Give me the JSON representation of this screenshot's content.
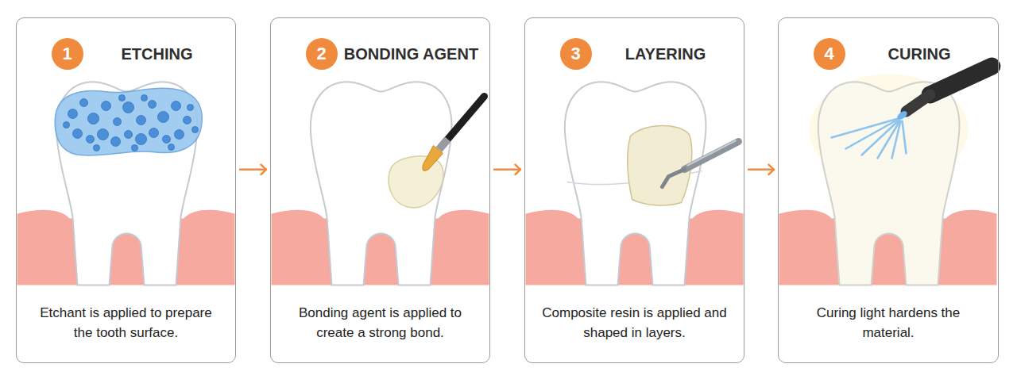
{
  "diagram": {
    "nodes": [
      {
        "text": [
          "ETCHING",
          "Etchant is applied to prepare the tooth surface."
        ]
      },
      {
        "text": [
          "1"
        ],
        "in": 0
      },
      {
        "text": [
          "BONDING AGENT",
          "Bonding agent is applied to create a strong bond."
        ]
      },
      {
        "text": [
          "2"
        ],
        "in": 2
      },
      {
        "text": [
          "LAYERING",
          "Composite resin is applied and shaped in layers."
        ]
      },
      {
        "text": [
          "3"
        ],
        "in": 4
      },
      {
        "text": [
          "CURING",
          "Curing light hardens the material."
        ]
      },
      {
        "text": [
          "4"
        ],
        "in": 6
      }
    ],
    "edges": [
      {
        "from": 0,
        "to": 2,
        "arrow": "to"
      },
      {
        "from": 2,
        "to": 4,
        "arrow": "to"
      },
      {
        "from": 4,
        "to": 6,
        "arrow": "to"
      }
    ]
  }
}
